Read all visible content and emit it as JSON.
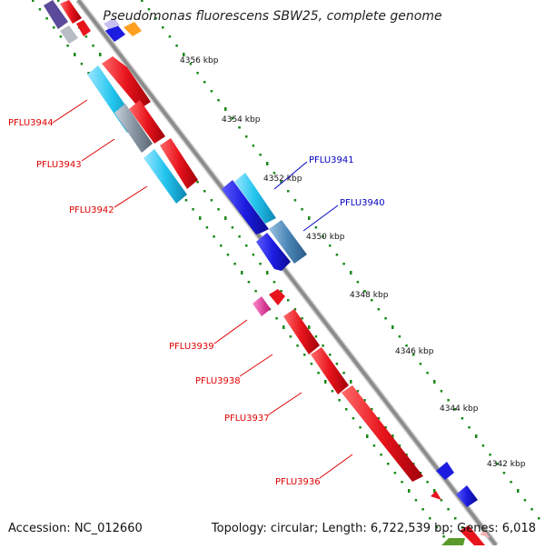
{
  "header": {
    "title": "Pseudomonas fluorescens SBW25, complete genome"
  },
  "footer": {
    "accession": "Accession: NC_012660",
    "summary": "Topology: circular; Length: 6,722,539 bp; Genes: 6,018"
  },
  "scale_ticks": [
    {
      "label": "4356 kbp"
    },
    {
      "label": "4354 kbp"
    },
    {
      "label": "4352 kbp"
    },
    {
      "label": "4350 kbp"
    },
    {
      "label": "4348 kbp"
    },
    {
      "label": "4346 kbp"
    },
    {
      "label": "4344 kbp"
    },
    {
      "label": "4342 kbp"
    }
  ],
  "gene_labels": [
    {
      "name": "PFLU3944",
      "color": "#e00000"
    },
    {
      "name": "PFLU3943",
      "color": "#e00000"
    },
    {
      "name": "PFLU3942",
      "color": "#e00000"
    },
    {
      "name": "PFLU3941",
      "color": "#0000c0"
    },
    {
      "name": "PFLU3940",
      "color": "#0000c0"
    },
    {
      "name": "PFLU3939",
      "color": "#e00000"
    },
    {
      "name": "PFLU3938",
      "color": "#e00000"
    },
    {
      "name": "PFLU3937",
      "color": "#e00000"
    },
    {
      "name": "PFLU3936",
      "color": "#e00000"
    }
  ],
  "colors": {
    "backbone": "#8c8c8c",
    "forward_gene": "#e8141c",
    "reverse_gene": "#1c1ce0",
    "cyan_feature": "#22c4ee",
    "steel_feature": "#4a86b8",
    "pink_feature": "#ee3399",
    "dot_green": "#1a8a1a"
  }
}
